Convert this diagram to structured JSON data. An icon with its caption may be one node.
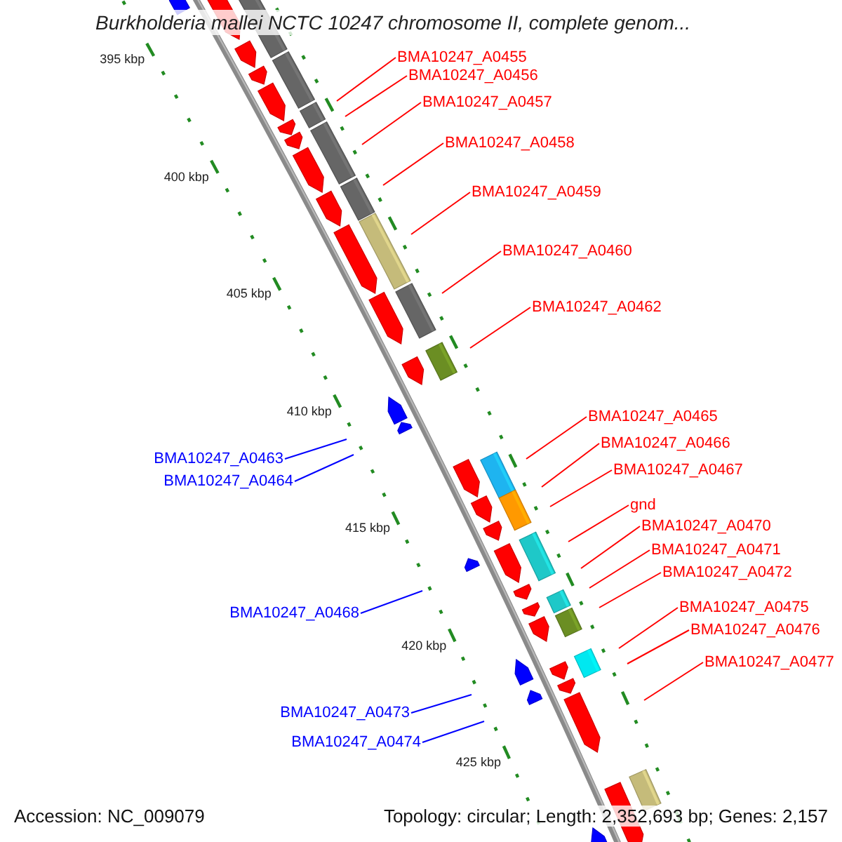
{
  "diagram": {
    "title": "Burkholderia mallei NCTC 10247 chromosome II, complete genom...",
    "nodes": [
      {
        "text": [
          "BMA10247_A0455"
        ]
      },
      {
        "text": [
          "BMA10247_A0456"
        ]
      },
      {
        "text": [
          "BMA10247_A0457"
        ]
      },
      {
        "text": [
          "BMA10247_A0458"
        ]
      },
      {
        "text": [
          "BMA10247_A0459"
        ]
      },
      {
        "text": [
          "BMA10247_A0460"
        ]
      },
      {
        "text": [
          "BMA10247_A0462"
        ]
      },
      {
        "text": [
          "BMA10247_A0465"
        ]
      },
      {
        "text": [
          "BMA10247_A0466"
        ]
      },
      {
        "text": [
          "BMA10247_A0463"
        ]
      },
      {
        "text": [
          "BMA10247_A0467"
        ]
      },
      {
        "text": [
          "BMA10247_A0464"
        ]
      },
      {
        "text": [
          "gnd"
        ]
      },
      {
        "text": [
          "BMA10247_A0470"
        ]
      },
      {
        "text": [
          "BMA10247_A0471"
        ]
      },
      {
        "text": [
          "BMA10247_A0472"
        ]
      },
      {
        "text": [
          "BMA10247_A0468"
        ]
      },
      {
        "text": [
          "BMA10247_A0475"
        ]
      },
      {
        "text": [
          "BMA10247_A0476"
        ]
      },
      {
        "text": [
          "BMA10247_A0477"
        ]
      },
      {
        "text": [
          "BMA10247_A0473"
        ]
      },
      {
        "text": [
          "BMA10247_A0474"
        ]
      }
    ],
    "edges": [
      {
        "from": 0,
        "to": null,
        "arrow": "none"
      },
      {
        "from": 1,
        "to": null,
        "arrow": "none"
      },
      {
        "from": 2,
        "to": null,
        "arrow": "none"
      },
      {
        "from": 3,
        "to": null,
        "arrow": "none"
      },
      {
        "from": 4,
        "to": null,
        "arrow": "none"
      },
      {
        "from": 5,
        "to": null,
        "arrow": "none"
      },
      {
        "from": 6,
        "to": null,
        "arrow": "none"
      },
      {
        "from": 7,
        "to": null,
        "arrow": "none"
      },
      {
        "from": 8,
        "to": null,
        "arrow": "none"
      },
      {
        "from": 9,
        "to": null,
        "arrow": "none",
        "color": "#0000ff"
      },
      {
        "from": 10,
        "to": null,
        "arrow": "none"
      },
      {
        "from": 11,
        "to": null,
        "arrow": "none",
        "color": "#0000ff"
      },
      {
        "from": 12,
        "to": null,
        "arrow": "none"
      },
      {
        "from": 13,
        "to": null,
        "arrow": "none"
      },
      {
        "from": 14,
        "to": null,
        "arrow": "none"
      },
      {
        "from": 15,
        "to": null,
        "arrow": "none"
      },
      {
        "from": 16,
        "to": null,
        "arrow": "none",
        "color": "#0000ff"
      },
      {
        "from": 17,
        "to": null,
        "arrow": "none"
      },
      {
        "from": 18,
        "to": null,
        "arrow": "none"
      },
      {
        "from": 19,
        "to": null,
        "arrow": "none"
      },
      {
        "from": 20,
        "to": null,
        "arrow": "none",
        "color": "#0000ff"
      },
      {
        "from": 21,
        "to": null,
        "arrow": "none",
        "color": "#0000ff"
      }
    ],
    "labels": [
      "395 kbp",
      "400 kbp",
      "405 kbp",
      "410 kbp",
      "415 kbp",
      "420 kbp",
      "425 kbp",
      "Accession: NC_009079",
      "Topology: circular; Length: 2,352,693 bp; Genes: 2,157"
    ]
  }
}
